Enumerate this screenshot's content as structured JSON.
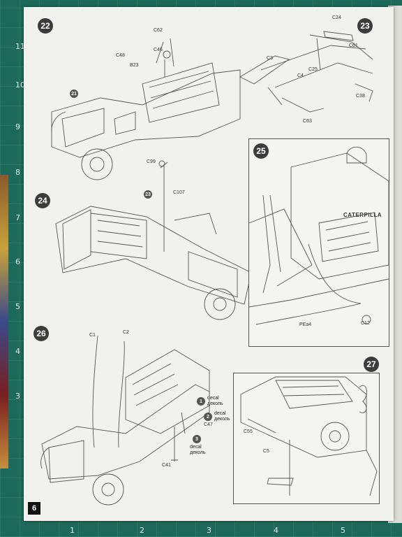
{
  "ruler": {
    "left": [
      "11",
      "10",
      "9",
      "8",
      "7",
      "6",
      "5",
      "4",
      "3"
    ],
    "bottom": [
      "1",
      "2",
      "3",
      "4",
      "5"
    ]
  },
  "page_number": "6",
  "steps": {
    "s22": {
      "number": "22",
      "ref": "21",
      "labels": [
        "C62",
        "C48",
        "C46",
        "B23"
      ]
    },
    "s23": {
      "number": "23",
      "labels": [
        "C24",
        "C61",
        "C3",
        "C4",
        "C25",
        "C38",
        "C63"
      ]
    },
    "s24": {
      "number": "24",
      "ref": "23",
      "labels": [
        "C99",
        "C107"
      ]
    },
    "s25": {
      "number": "25",
      "labels": [
        "PEa4",
        "C12"
      ],
      "engine_text": "CATERPILLA"
    },
    "s26": {
      "number": "26",
      "labels": [
        "C1",
        "C2",
        "C47",
        "C41"
      ],
      "decals": [
        {
          "num": "1",
          "en": "decal",
          "ru": "деколь"
        },
        {
          "num": "2",
          "en": "decal",
          "ru": "деколь"
        },
        {
          "num": "3",
          "en": "decal",
          "ru": "деколь"
        }
      ]
    },
    "s27": {
      "number": "27",
      "labels": [
        "C55",
        "C5"
      ]
    }
  }
}
